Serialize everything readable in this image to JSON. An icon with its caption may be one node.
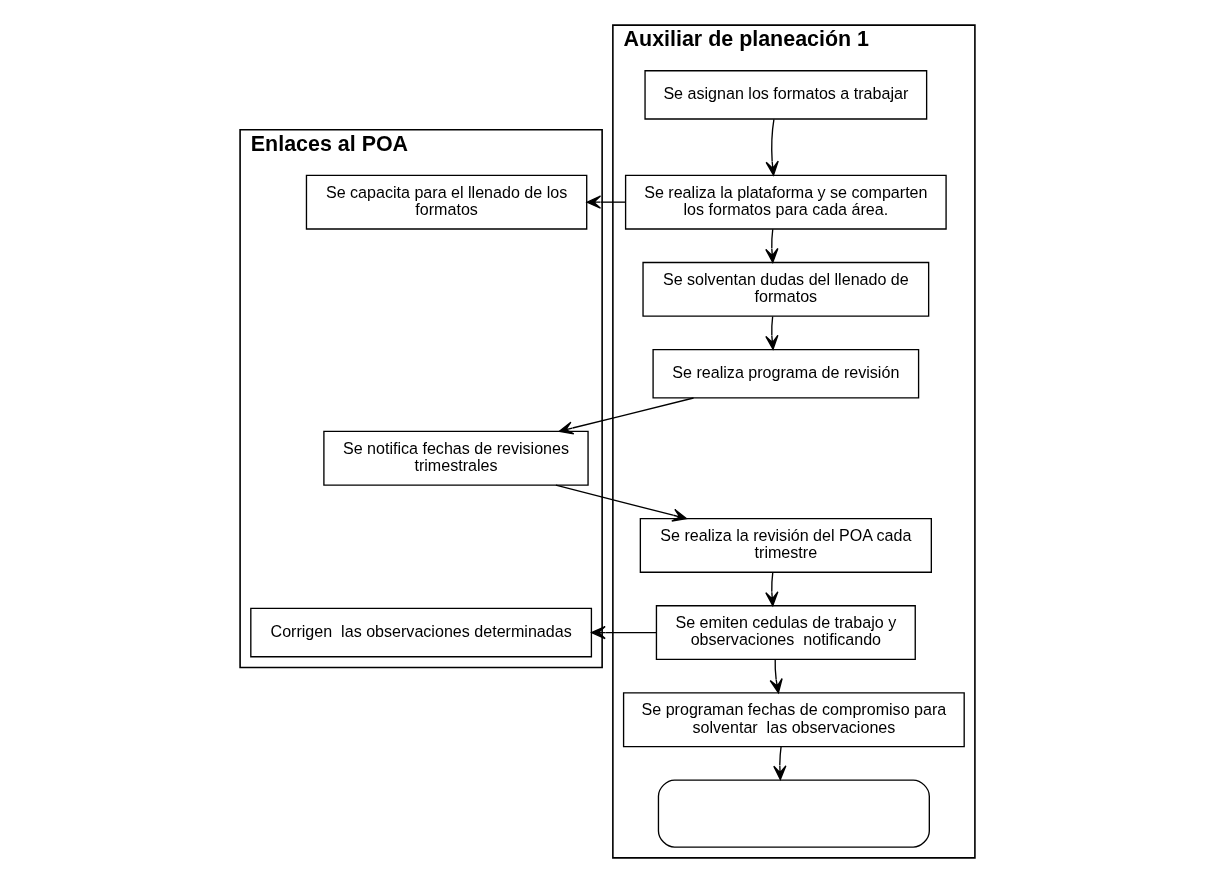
{
  "diagram": {
    "nodes": [
      {
        "text": [
          "Enlaces al POA"
        ]
      },
      {
        "text": [
          "Auxiliar de planeación 1"
        ]
      },
      {
        "text": [
          "Se asignan los formatos a trabajar"
        ],
        "in": 1
      },
      {
        "text": [
          "Se capacita para el llenado de los formatos"
        ],
        "in": 0
      },
      {
        "text": [
          "Se realiza la plataforma y se comparten los formatos para cada área."
        ],
        "in": 1
      },
      {
        "text": [
          "Se solventan dudas del llenado de formatos"
        ],
        "in": 1
      },
      {
        "text": [
          "Se realiza programa de revisión"
        ],
        "in": 1
      },
      {
        "text": [
          "Se notifica fechas de revisiones trimestrales"
        ],
        "in": 0
      },
      {
        "text": [
          "Se realiza la revisión del POA cada trimestre"
        ],
        "in": 1
      },
      {
        "text": [
          "Corrigen  las observaciones determinadas"
        ],
        "in": 0
      },
      {
        "text": [
          "Se emiten cedulas de trabajo y observaciones  notificando"
        ],
        "in": 1
      },
      {
        "text": [
          "Se programan fechas de compromiso para solventar  las observaciones"
        ],
        "in": 1
      },
      {
        "text": [],
        "shape": "oval",
        "in": 1
      }
    ],
    "edges": [
      {
        "from": 2,
        "to": 4,
        "arrow": "to"
      },
      {
        "from": 4,
        "to": 3,
        "arrow": "to"
      },
      {
        "from": 4,
        "to": 5,
        "arrow": "to"
      },
      {
        "from": 5,
        "to": 6,
        "arrow": "to"
      },
      {
        "from": 6,
        "to": 7,
        "arrow": "to"
      },
      {
        "from": 7,
        "to": 8,
        "arrow": "to"
      },
      {
        "from": 8,
        "to": 10,
        "arrow": "to"
      },
      {
        "from": 10,
        "to": 9,
        "arrow": "to"
      },
      {
        "from": 10,
        "to": 11,
        "arrow": "to"
      },
      {
        "from": 11,
        "to": 12,
        "arrow": "to"
      }
    ]
  }
}
